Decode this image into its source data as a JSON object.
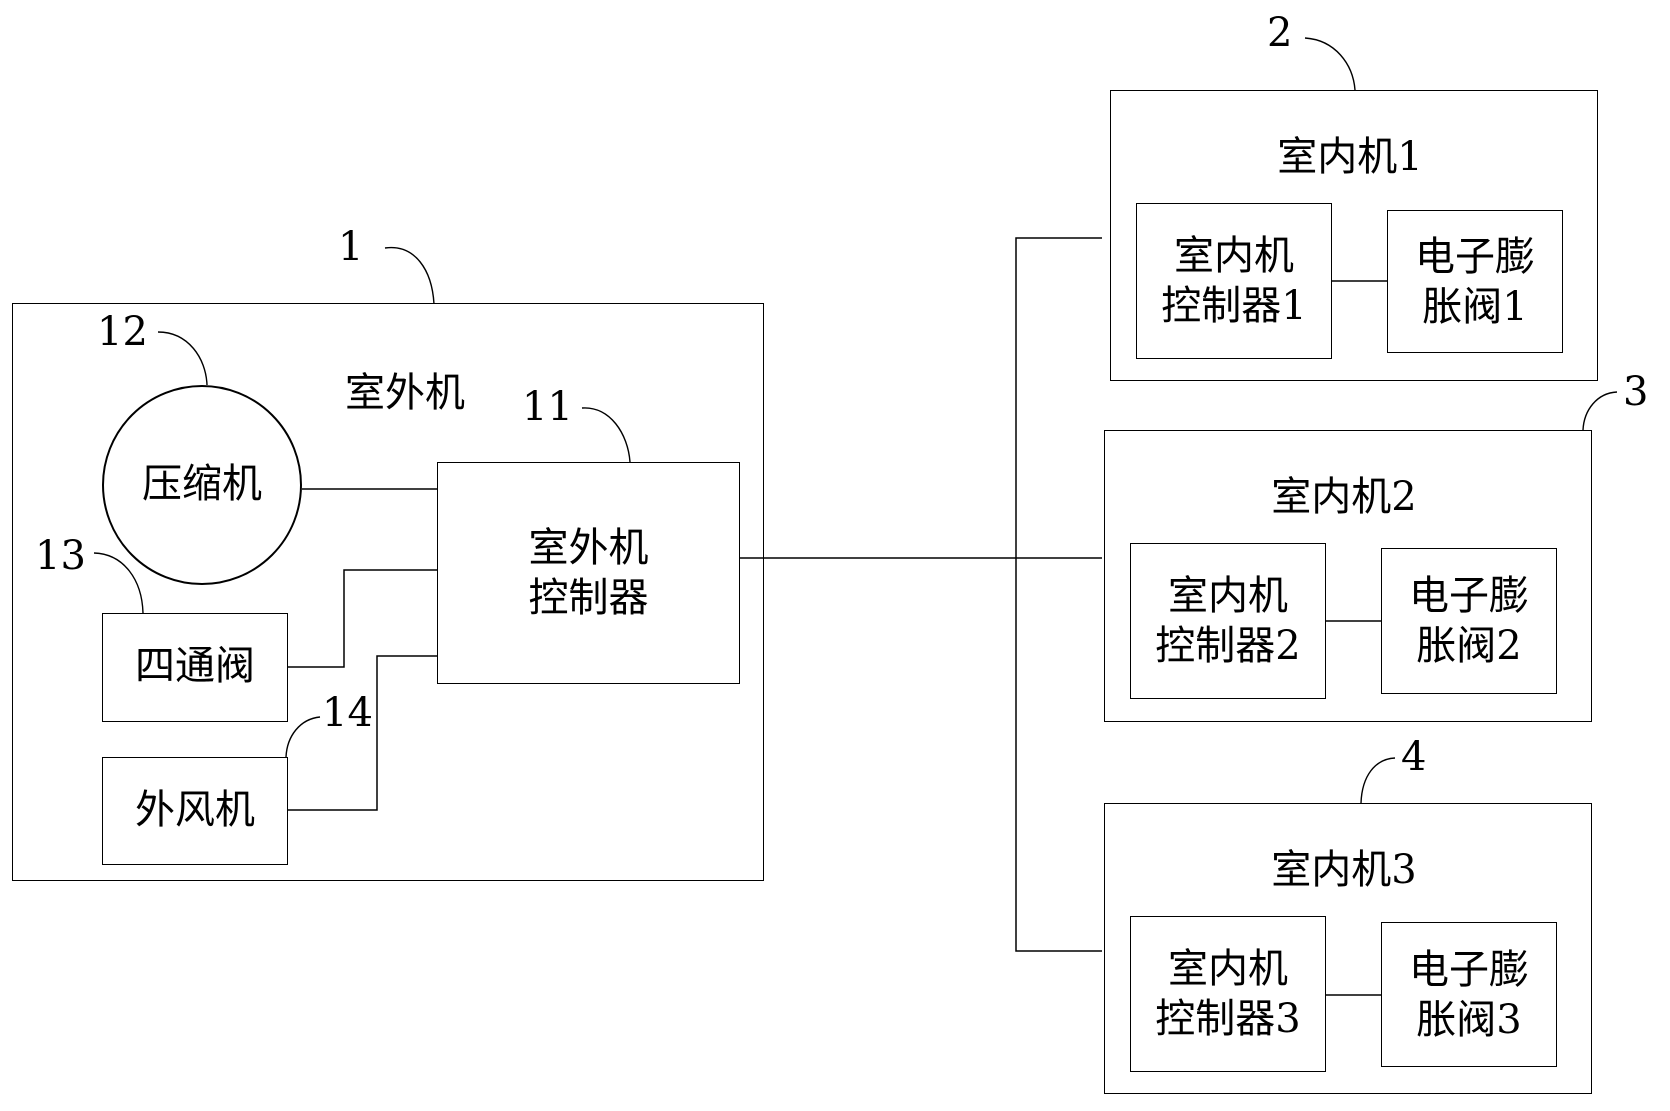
{
  "outdoor_unit": {
    "ref": "1",
    "title": "室外机",
    "controller": {
      "ref": "11",
      "line1": "室外机",
      "line2": "控制器"
    },
    "compressor": {
      "ref": "12",
      "label": "压缩机"
    },
    "four_way_valve": {
      "ref": "13",
      "label": "四通阀"
    },
    "outdoor_fan": {
      "ref": "14",
      "label": "外风机"
    }
  },
  "indoor_units": [
    {
      "ref": "2",
      "title": "室内机1",
      "controller_line1": "室内机",
      "controller_line2": "控制器1",
      "valve_line1": "电子膨",
      "valve_line2": "胀阀1"
    },
    {
      "ref": "3",
      "title": "室内机2",
      "controller_line1": "室内机",
      "controller_line2": "控制器2",
      "valve_line1": "电子膨",
      "valve_line2": "胀阀2"
    },
    {
      "ref": "4",
      "title": "室内机3",
      "controller_line1": "室内机",
      "controller_line2": "控制器3",
      "valve_line1": "电子膨",
      "valve_line2": "胀阀3"
    }
  ]
}
